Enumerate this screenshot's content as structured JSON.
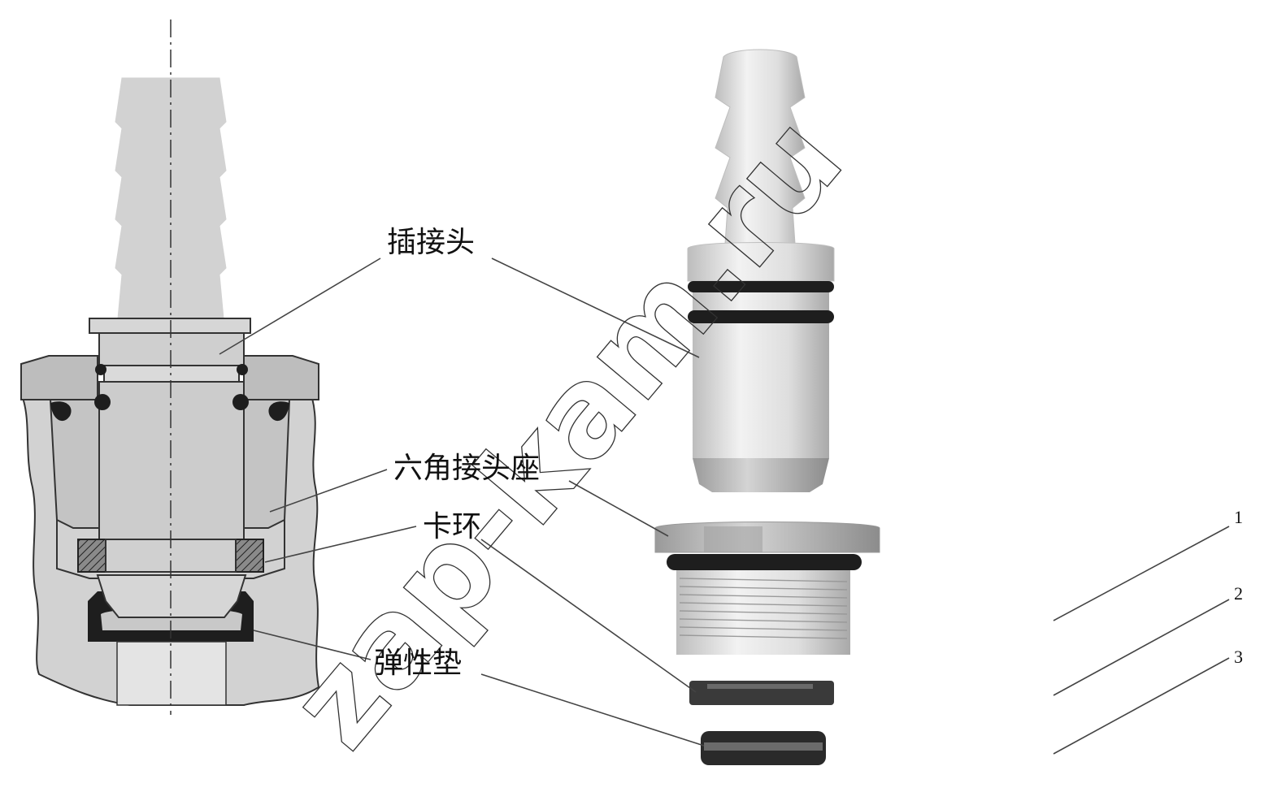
{
  "labels": {
    "plug_connector": "插接头",
    "hex_connector_seat": "六角接头座",
    "snap_ring": "卡环",
    "elastic_gasket": "弹性垫"
  },
  "item_numbers": [
    "1",
    "2",
    "3"
  ],
  "watermark": "zap-kam.ru",
  "colors": {
    "part_gray": "#cdcdcd",
    "dark_gray": "#a8a8a8",
    "seal_black": "#1e1e1e",
    "ring_hatch": "#6a6a6a",
    "line": "#333333"
  }
}
